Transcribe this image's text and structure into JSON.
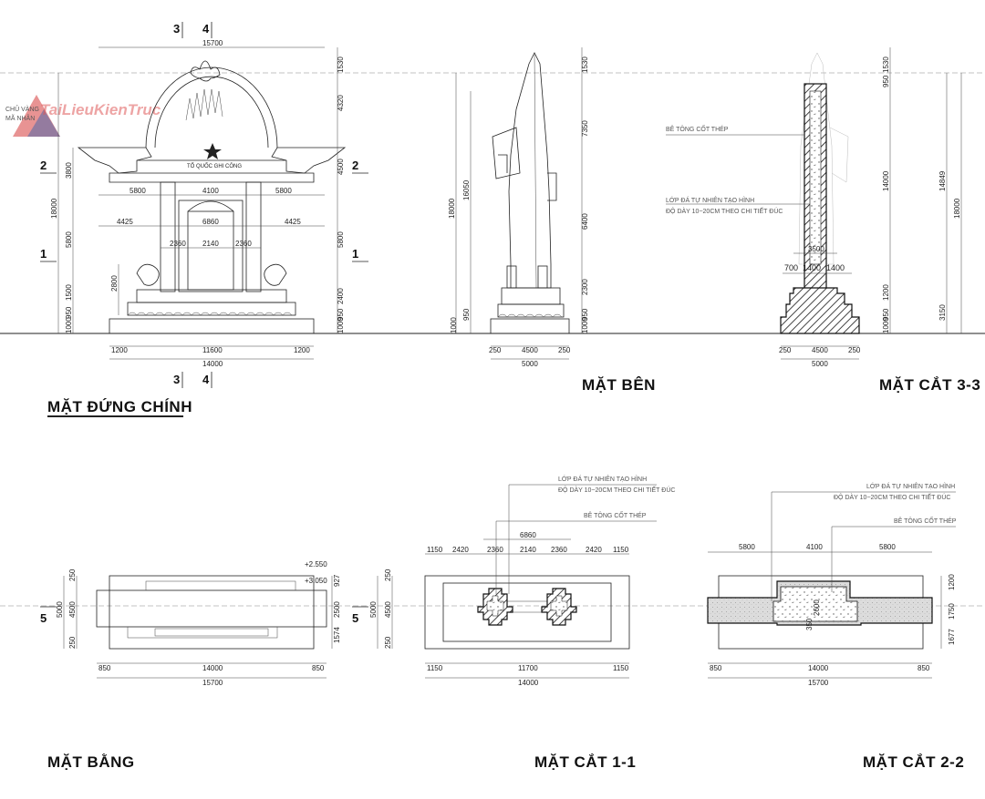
{
  "titles": {
    "front": "MẶT ĐỨNG CHÍNH",
    "side": "MẶT BÊN",
    "sec33": "MẶT CẮT 3-3",
    "plan": "MẶT BẰNG",
    "sec11": "MẶT CẮT 1-1",
    "sec22": "MẶT CẮT 2-2"
  },
  "axes": {
    "a1": "1",
    "a2": "2",
    "a3": "3",
    "a4": "4",
    "a5": "5"
  },
  "front": {
    "top_width": "15700",
    "emblem_text": "TỔ QUỐC GHI CÔNG",
    "w5800a": "5800",
    "w4100": "4100",
    "w5800b": "5800",
    "w4425a": "4425",
    "w6860": "6860",
    "w4425b": "4425",
    "w2360a": "2360",
    "w2140": "2140",
    "w2360b": "2360",
    "b1200a": "1200",
    "b11600": "11600",
    "b1200b": "1200",
    "b14000": "14000",
    "l18000": "18000",
    "l3800": "3800",
    "l5800": "5800",
    "l1500": "1500",
    "l950": "950",
    "l1000": "1000",
    "l2800": "2800",
    "r1530": "1530",
    "r4320": "4320",
    "r4500": "4500",
    "r5800": "5800",
    "r2400": "2400",
    "r950": "950",
    "r1000": "1000"
  },
  "side": {
    "l18000": "18000",
    "l16050": "16050",
    "l950": "950",
    "l1000": "1000",
    "r1530": "1530",
    "r7350": "7350",
    "r6400": "6400",
    "r2300": "2300",
    "r950": "950",
    "r1000": "1000",
    "b250a": "250",
    "b4500": "4500",
    "b250b": "250",
    "b5000": "5000"
  },
  "sec33": {
    "note1": "BÊ TÔNG CỐT THÉP",
    "note2": "LỚP ĐÁ TỰ NHIÊN TẠO HÌNH",
    "note3": "ĐỘ DÀY 10~20CM THEO CHI TIẾT ĐÚC",
    "d3500": "3500",
    "d700": "700",
    "d1400a": "1400",
    "d1400b": "1400",
    "l1530": "1530",
    "l950a": "950",
    "l14000": "14000",
    "l1200": "1200",
    "l950b": "950",
    "l1000": "1000",
    "r14849": "14849",
    "r18000": "18000",
    "r3150": "3150",
    "b250a": "250",
    "b4500": "4500",
    "b250b": "250",
    "b5000": "5000"
  },
  "plan": {
    "elev1": "+2.550",
    "elev2": "+3.050",
    "l250a": "250",
    "l4500": "4500",
    "l250b": "250",
    "l5000": "5000",
    "r927": "927",
    "r2500": "2500",
    "r1574": "1574",
    "b850a": "850",
    "b14000": "14000",
    "b850b": "850",
    "b15700": "15700"
  },
  "sec11": {
    "note1": "LỚP ĐÁ TỰ NHIÊN TẠO HÌNH",
    "note2": "ĐỘ DÀY 10~20CM THEO CHI TIẾT ĐÚC",
    "note3": "BÊ TÔNG CỐT THÉP",
    "d6860": "6860",
    "d1150a": "1150",
    "d2420a": "2420",
    "d2360a": "2360",
    "d2140": "2140",
    "d2360b": "2360",
    "d2420b": "2420",
    "d1150b": "1150",
    "l250a": "250",
    "l4500": "4500",
    "l250b": "250",
    "l5000": "5000",
    "b1150a": "1150",
    "b11700": "11700",
    "b1150b": "1150",
    "b14000": "14000"
  },
  "sec22": {
    "note1": "LỚP ĐÁ TỰ NHIÊN TẠO HÌNH",
    "note2": "ĐỘ DÀY 10~20CM THEO CHI TIẾT ĐÚC",
    "note3": "BÊ TÔNG CỐT THÉP",
    "d5800a": "5800",
    "d4100": "4100",
    "d5800b": "5800",
    "d2600": "2600",
    "d350": "350",
    "r1200": "1200",
    "r1750": "1750",
    "r1677": "1677",
    "b850a": "850",
    "b14000": "14000",
    "b850b": "850",
    "b15700": "15700"
  },
  "watermark": {
    "brand": "TaiLieuKienTruc",
    "sub1": "CHỦ VÀNG",
    "sub2": "MÃ NHÂN"
  }
}
